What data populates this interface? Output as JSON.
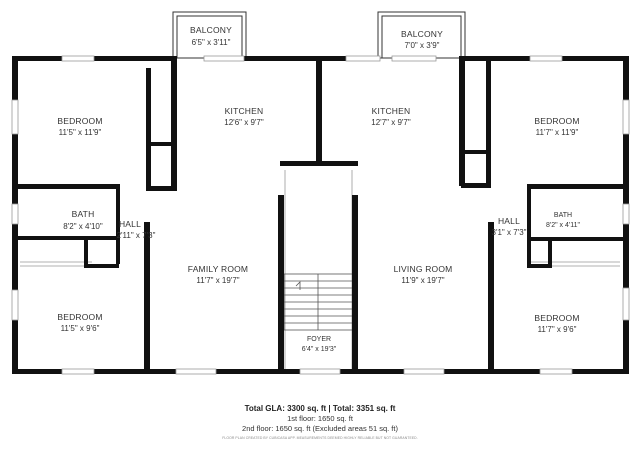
{
  "rooms": [
    {
      "id": "balcony-left",
      "name": "BALCONY",
      "dims": "6'5\" x 3'11\""
    },
    {
      "id": "balcony-right",
      "name": "BALCONY",
      "dims": "7'0\" x 3'9\""
    },
    {
      "id": "bedroom-top-left",
      "name": "BEDROOM",
      "dims": "11'5\" x 11'9\""
    },
    {
      "id": "kitchen-left",
      "name": "KITCHEN",
      "dims": "12'6\" x 9'7\""
    },
    {
      "id": "kitchen-right",
      "name": "KITCHEN",
      "dims": "12'7\" x 9'7\""
    },
    {
      "id": "bedroom-top-right",
      "name": "BEDROOM",
      "dims": "11'7\" x 11'9\""
    },
    {
      "id": "bath-left",
      "name": "BATH",
      "dims": "8'2\" x 4'10\""
    },
    {
      "id": "hall-left",
      "name": "HALL",
      "dims": "2'11\" x 7'3\""
    },
    {
      "id": "hall-right",
      "name": "HALL",
      "dims": "3'1\" x 7'3\""
    },
    {
      "id": "bath-right",
      "name": "BATH",
      "dims": "8'2\" x 4'11\""
    },
    {
      "id": "family-room",
      "name": "FAMILY ROOM",
      "dims": "11'7\" x 19'7\""
    },
    {
      "id": "living-room",
      "name": "LIVING ROOM",
      "dims": "11'9\" x 19'7\""
    },
    {
      "id": "bedroom-bottom-left",
      "name": "BEDROOM",
      "dims": "11'5\" x 9'6\""
    },
    {
      "id": "foyer",
      "name": "FOYER",
      "dims": "6'4\" x 19'3\""
    },
    {
      "id": "bedroom-bottom-right",
      "name": "BEDROOM",
      "dims": "11'7\" x 9'6\""
    }
  ],
  "summary": {
    "total_line": "Total GLA: 3300 sq. ft | Total: 3351 sq. ft",
    "first_floor": "1st floor: 1650 sq. ft",
    "second_floor": "2nd floor: 1650 sq. ft (Excluded areas 51 sq. ft)",
    "disclaimer": "FLOOR PLAN CREATED BY CUBICASA APP. MEASUREMENTS DEEMED HIGHLY RELIABLE BUT NOT GUARANTEED."
  },
  "colors": {
    "wall": "#111111",
    "window": "#b8b8b8",
    "text": "#333333"
  }
}
